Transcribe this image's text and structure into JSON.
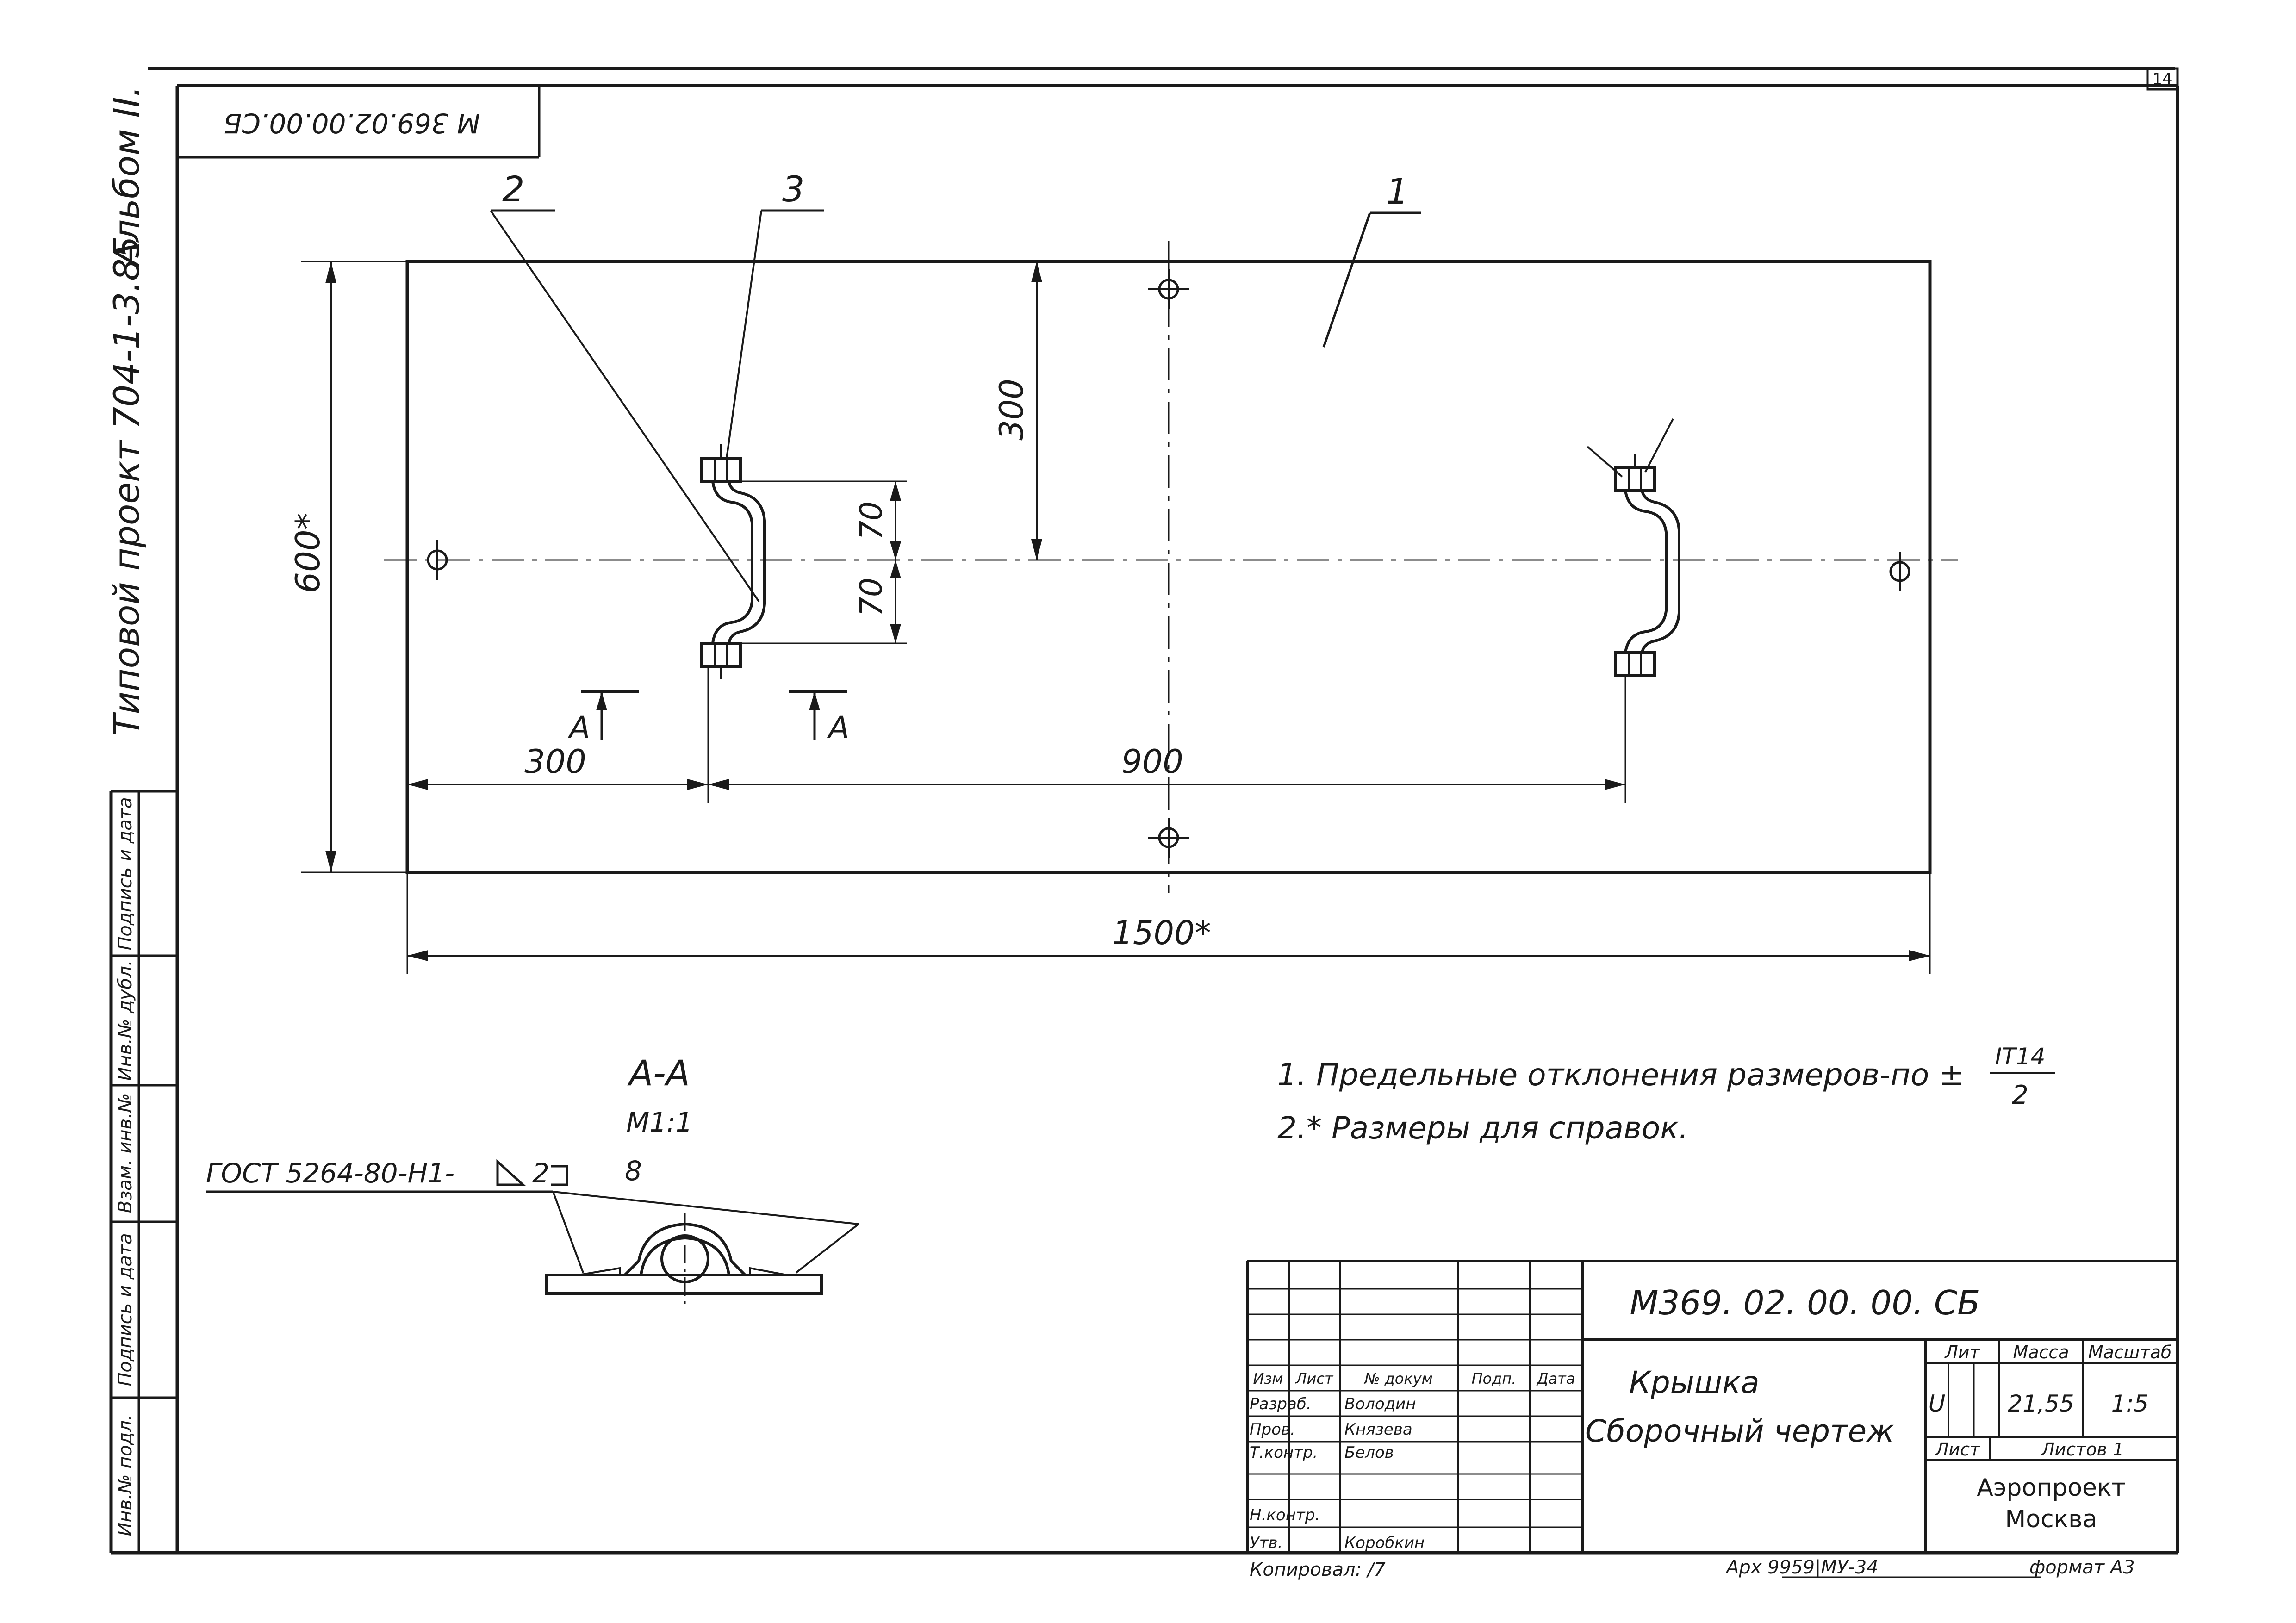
{
  "sheet": {
    "page_number": "14",
    "rotated_code": "М 369.02.00.00.СБ",
    "side_title_project": "Типовой проект 704-1-3.85",
    "side_title_album": "Альбом II."
  },
  "left_stamp": {
    "cells": [
      "Инв.№ подл.",
      "Подпись и дата",
      "Взам. инв.№",
      "Инв.№ дубл.",
      "Подпись и дата"
    ]
  },
  "drawing": {
    "leaders": [
      "1",
      "2",
      "3"
    ],
    "dim_300_top": "300",
    "dim_70_upper": "70",
    "dim_70_lower": "70",
    "dim_600": "600*",
    "dim_300_left": "300",
    "dim_900": "900",
    "dim_1500": "1500*",
    "section_mark": "А"
  },
  "section": {
    "title": "А-А",
    "scale": "М1:1",
    "weld_note": "ГОСТ 5264-80-Н1-",
    "weld_size": "2",
    "leader_8": "8"
  },
  "notes": {
    "note1": "1. Предельные отклонения размеров-по ±",
    "note1_frac_top": "IT14",
    "note1_frac_bottom": "2",
    "note2": "2.* Размеры для справок."
  },
  "title_block": {
    "designation": "М369. 02. 00. 00. СБ",
    "name_line1": "Крышка",
    "name_line2": "Сборочный чертеж",
    "hdr_izm": "Изм",
    "hdr_list": "Лист",
    "hdr_ndok": "№ докум",
    "hdr_podp": "Подп.",
    "hdr_data": "Дата",
    "role_razrab": "Разраб.",
    "role_prov": "Пров.",
    "role_tkontr": "Т.контр.",
    "role_nkontr": "Н.контр.",
    "role_utv": "Утв.",
    "name_razrab": "Володин",
    "name_prov": "Князева",
    "name_tkontr": "Белов",
    "name_utv": "Коробкин",
    "lit_label": "Лит",
    "massa_label": "Масса",
    "masshtab_label": "Масштаб",
    "lit_value": "U",
    "massa_value": "21,55",
    "masshtab_value": "1:5",
    "list_label": "Лист",
    "listov_label": "Листов 1",
    "org_line1": "Аэропроект",
    "org_line2": "Москва"
  },
  "footer": {
    "copied": "Копировал: /7",
    "archive": "Арх 9959|МУ-34",
    "format": "формат А3"
  }
}
